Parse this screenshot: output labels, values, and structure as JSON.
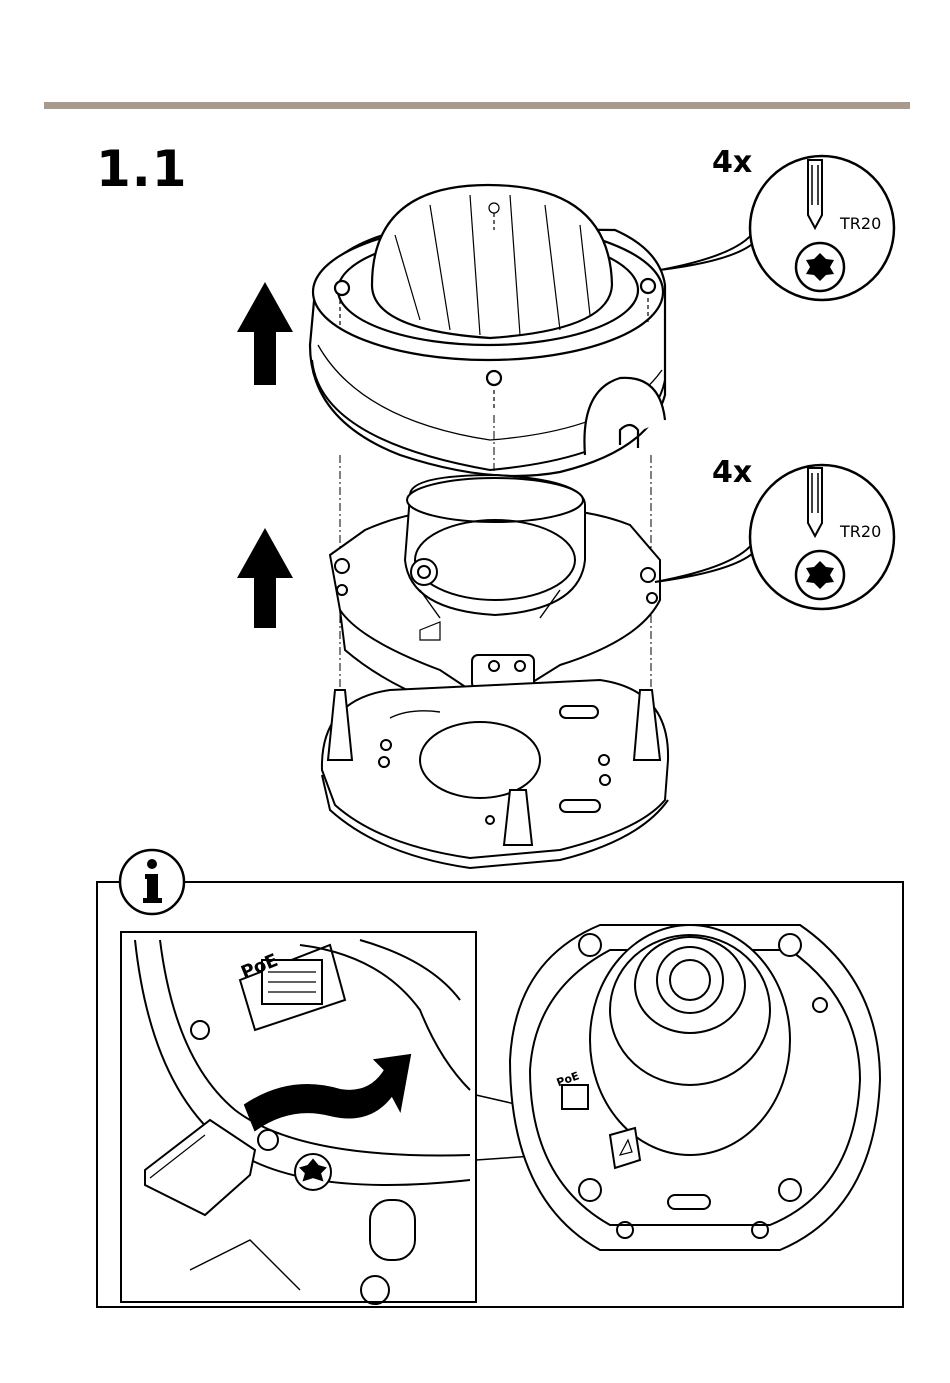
{
  "step": {
    "number": "1.1"
  },
  "callouts": [
    {
      "quantity": "4x",
      "tool": "TR20",
      "icon": "torx-bit-icon"
    },
    {
      "quantity": "4x",
      "tool": "TR20",
      "icon": "torx-bit-icon"
    }
  ],
  "info": {
    "icon": "info-icon",
    "port_label": "PoE",
    "port_label_small": "PoE"
  },
  "colors": {
    "rule": "#a89a8c",
    "ink": "#000000"
  }
}
